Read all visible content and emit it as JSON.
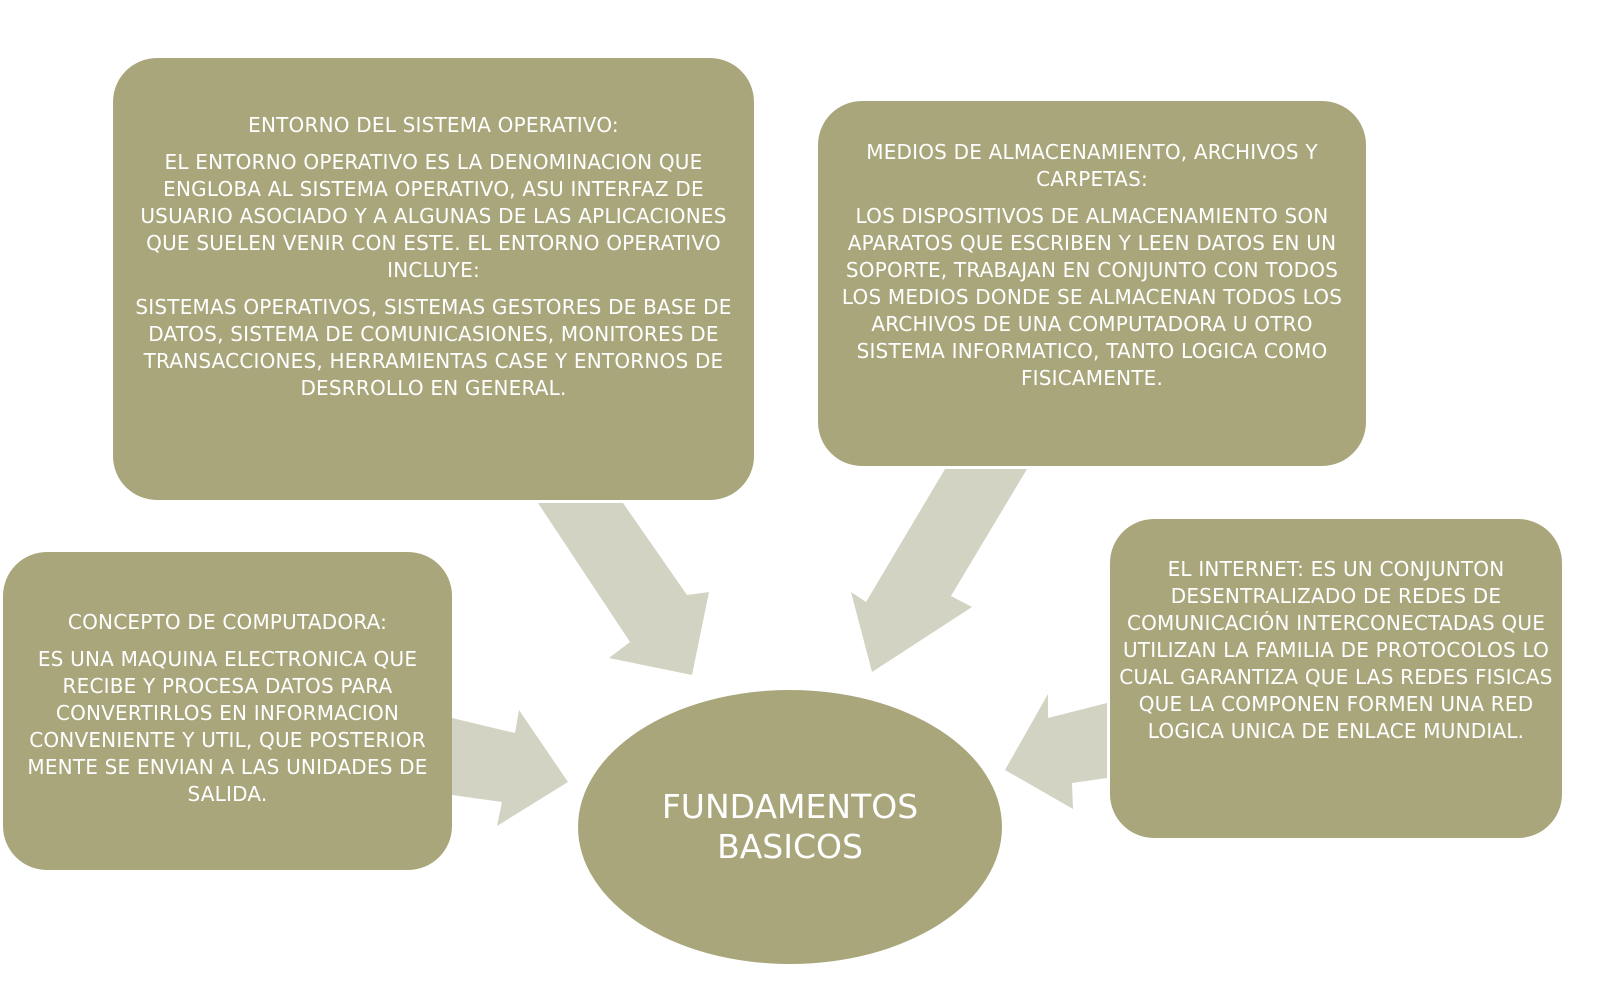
{
  "colors": {
    "node_fill": "#a9a67c",
    "arrow_fill": "#d3d3c4",
    "text": "#ffffff"
  },
  "center": {
    "label": "FUNDAMENTOS BASICOS"
  },
  "nodes": {
    "entorno": {
      "title": "ENTORNO DEL SISTEMA OPERATIVO:",
      "body": "EL ENTORNO OPERATIVO ES LA DENOMINACION QUE ENGLOBA AL SISTEMA OPERATIVO, ASU INTERFAZ DE USUARIO ASOCIADO Y A ALGUNAS DE LAS APLICACIONES QUE SUELEN VENIR CON ESTE. EL ENTORNO OPERATIVO INCLUYE:",
      "extra": "SISTEMAS OPERATIVOS, SISTEMAS GESTORES DE BASE DE DATOS, SISTEMA DE COMUNICASIONES, MONITORES DE TRANSACCIONES, HERRAMIENTAS CASE Y ENTORNOS DE DESRROLLO EN GENERAL."
    },
    "medios": {
      "title": "MEDIOS DE ALMACENAMIENTO, ARCHIVOS Y CARPETAS:",
      "body": "LOS DISPOSITIVOS DE ALMACENAMIENTO SON APARATOS QUE ESCRIBEN Y LEEN DATOS EN UN SOPORTE, TRABAJAN EN CONJUNTO CON TODOS LOS MEDIOS DONDE SE ALMACENAN TODOS LOS ARCHIVOS DE UNA COMPUTADORA U OTRO SISTEMA INFORMATICO, TANTO LOGICA COMO FISICAMENTE."
    },
    "computadora": {
      "title": "CONCEPTO DE COMPUTADORA:",
      "body": "ES UNA MAQUINA ELECTRONICA QUE RECIBE Y PROCESA DATOS PARA CONVERTIRLOS EN INFORMACION CONVENIENTE Y UTIL, QUE POSTERIOR MENTE SE ENVIAN A LAS UNIDADES DE SALIDA."
    },
    "internet": {
      "body": "EL INTERNET: ES UN CONJUNTON DESENTRALIZADO DE REDES DE COMUNICACIÓN INTERCONECTADAS QUE UTILIZAN LA FAMILIA DE PROTOCOLOS LO CUAL GARANTIZA QUE LAS REDES FISICAS QUE LA COMPONEN FORMEN UNA RED LOGICA UNICA DE ENLACE MUNDIAL."
    }
  }
}
